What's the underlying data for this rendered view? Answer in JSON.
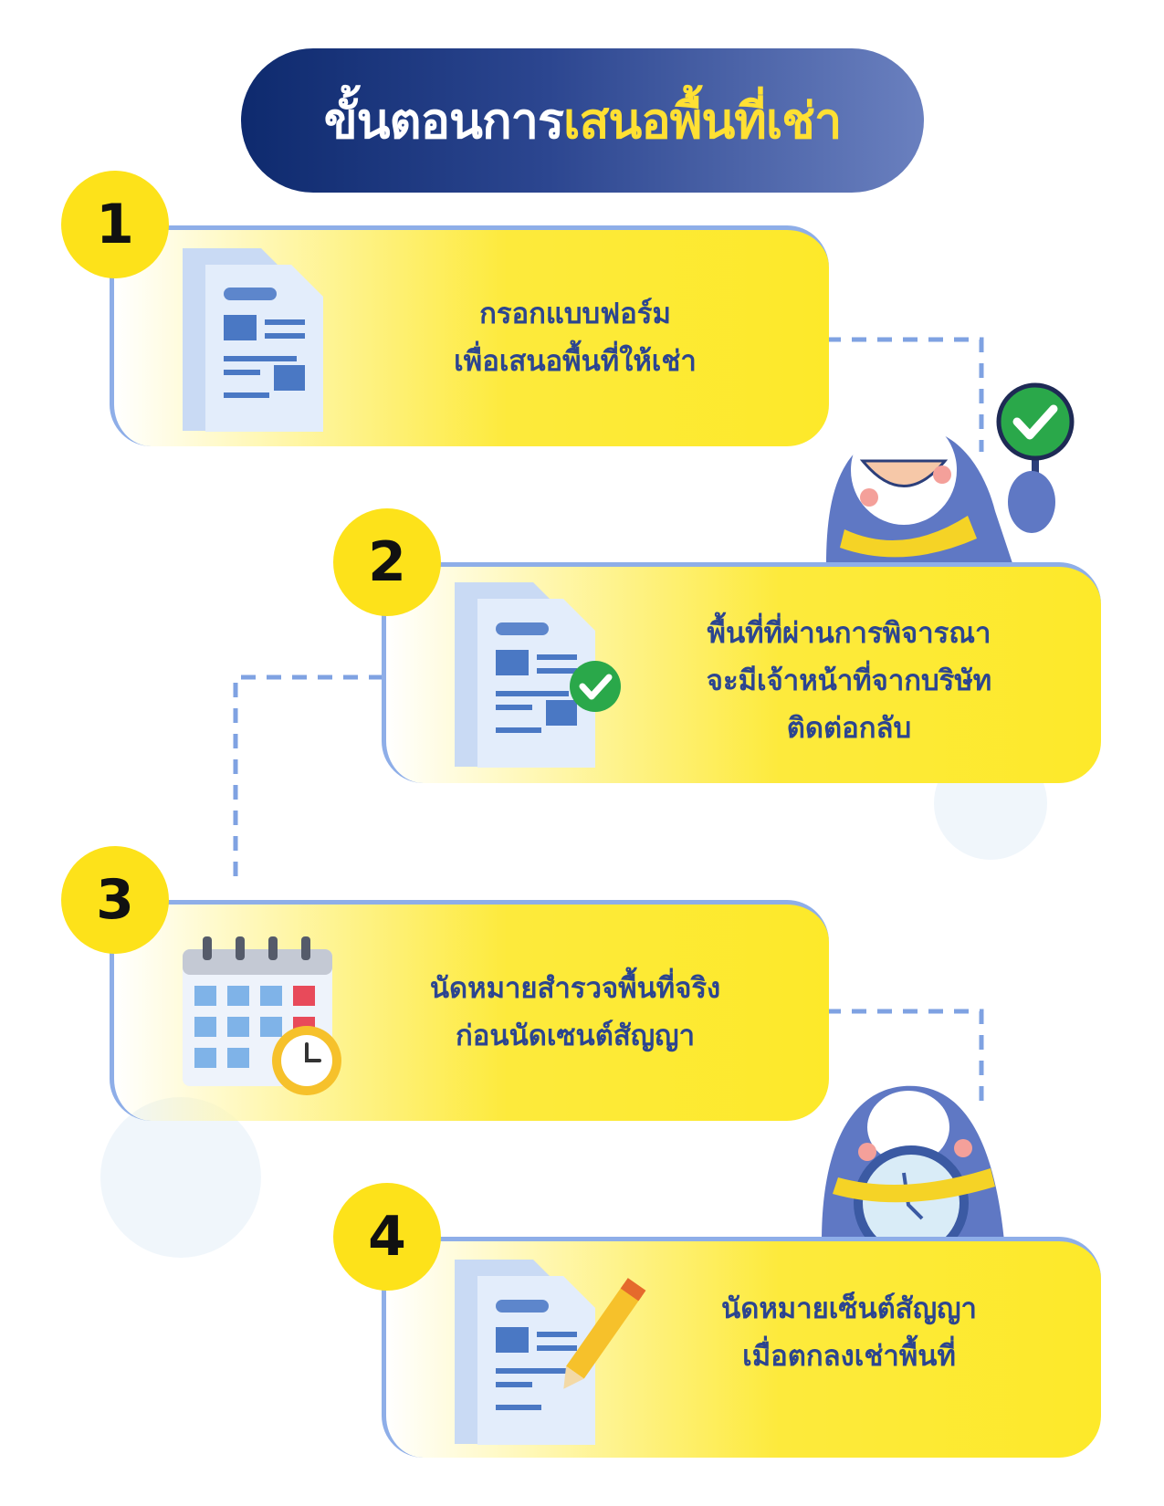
{
  "title": {
    "part1": "ขั้นตอนการ",
    "part2": "เสนอพื้นที่เช่า"
  },
  "steps": [
    {
      "number": "1",
      "lines": [
        "กรอกแบบฟอร์ม",
        "เพื่อเสนอพื้นที่ให้เช่า"
      ],
      "icon": "document-form-icon"
    },
    {
      "number": "2",
      "lines": [
        "พื้นที่ที่ผ่านการพิจารณา",
        "จะมีเจ้าหน้าที่จากบริษัท",
        "ติดต่อกลับ"
      ],
      "icon": "document-approved-icon"
    },
    {
      "number": "3",
      "lines": [
        "นัดหมายสำรวจพื้นที่จริง",
        "ก่อนนัดเซนต์สัญญา"
      ],
      "icon": "calendar-clock-icon"
    },
    {
      "number": "4",
      "lines": [
        "นัดหมายเซ็นต์สัญญา",
        "เมื่อตกลงเช่าพื้นที่"
      ],
      "icon": "document-sign-icon"
    }
  ],
  "colors": {
    "navy": "#1a3580",
    "yellow": "#fde21a",
    "text_blue": "#2c4590",
    "line_blue": "#7fa2e2"
  }
}
